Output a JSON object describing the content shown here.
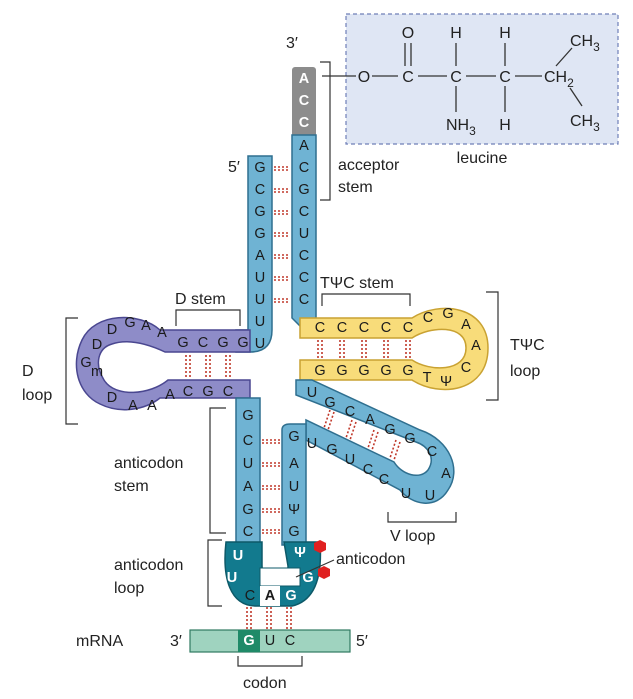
{
  "labels": {
    "three_prime_top": "3′",
    "five_prime_top": "5′",
    "acceptor_stem": [
      "acceptor",
      "stem"
    ],
    "d_stem": "D stem",
    "d_loop": [
      "D",
      "loop"
    ],
    "tpsic_stem": "TΨC stem",
    "tpsic_loop": [
      "TΨC",
      "loop"
    ],
    "anticodon_stem": [
      "anticodon",
      "stem"
    ],
    "anticodon_loop": [
      "anticodon",
      "loop"
    ],
    "anticodon": "anticodon",
    "v_loop": "V loop",
    "mrna": "mRNA",
    "mrna_3": "3′",
    "mrna_5": "5′",
    "codon": "codon",
    "leucine": "leucine"
  },
  "chemistry": {
    "O_dbl": "O",
    "O_link": "O",
    "C_carbonyl": "C",
    "C_alpha": "C",
    "C_beta": "C",
    "H_alpha": "H",
    "H_beta": "H",
    "NH3": "NH",
    "NH3_sub": "3",
    "H_beta_low": "H",
    "CH3_top": "CH",
    "CH3_top_sub": "3",
    "CH2": "CH",
    "CH2_sub": "2",
    "CH3_bot": "CH",
    "CH3_bot_sub": "3"
  },
  "sequences": {
    "acceptor_3_end": [
      "A",
      "C",
      "C"
    ],
    "acceptor_3_strand": [
      "A",
      "C",
      "G",
      "C",
      "U",
      "C",
      "C",
      "C"
    ],
    "acceptor_5_strand": [
      "G",
      "C",
      "G",
      "G",
      "A",
      "U",
      "U",
      "U",
      "U"
    ],
    "d_stem_top": [
      "G",
      "C",
      "G",
      "G"
    ],
    "d_loop_top": [
      "A",
      "A",
      "G",
      "D",
      "D"
    ],
    "d_loop_mid": [
      "G",
      "m"
    ],
    "d_loop_bottom": [
      "D",
      "A",
      "A"
    ],
    "d_stem_bottom": [
      "A",
      "C",
      "G",
      "C"
    ],
    "tpsic_stem_top": [
      "C",
      "C",
      "C",
      "C",
      "C"
    ],
    "tpsic_loop": [
      "C",
      "G",
      "A",
      "A",
      "C",
      "Ψ",
      "T"
    ],
    "tpsic_stem_bottom": [
      "G",
      "G",
      "G",
      "G",
      "G"
    ],
    "v_top": [
      "U",
      "G",
      "C",
      "A",
      "G",
      "G"
    ],
    "v_loop": [
      "C",
      "A",
      "U",
      "U"
    ],
    "v_bottom": [
      "G",
      "U",
      "G",
      "U",
      "C",
      "C"
    ],
    "anticodon_stem_left": [
      "G",
      "C",
      "U",
      "A",
      "G",
      "C"
    ],
    "anticodon_stem_right": [
      "A",
      "U",
      "Ψ",
      "G"
    ],
    "anticodon_loop_left": [
      "U",
      "U"
    ],
    "anticodon_loop_right": [
      "Ψ",
      "G"
    ],
    "anticodon_triplet": [
      "C",
      "A",
      "G"
    ],
    "codon": [
      "G",
      "U",
      "C"
    ]
  },
  "colors": {
    "acceptor_3_end": "#8c8c8c",
    "blue_strand": "#6fb3d3",
    "blue_outline": "#2f6f8f",
    "d_arm": "#8e8cc8",
    "d_outline": "#4a4790",
    "tpsic_arm": "#f8dc7a",
    "tpsic_outline": "#c9a232",
    "anticodon_dark": "#127a8e",
    "mrna_fill": "#9fd3bf",
    "mrna_outline": "#2f7a62",
    "codon_dark": "#1f8a68",
    "hbond": "#c0392b",
    "leucine_box": "#dfe6f4",
    "leucine_border": "#6f7fb8"
  },
  "icons": {
    "methyl_marker": "red-hexagon-icon"
  }
}
